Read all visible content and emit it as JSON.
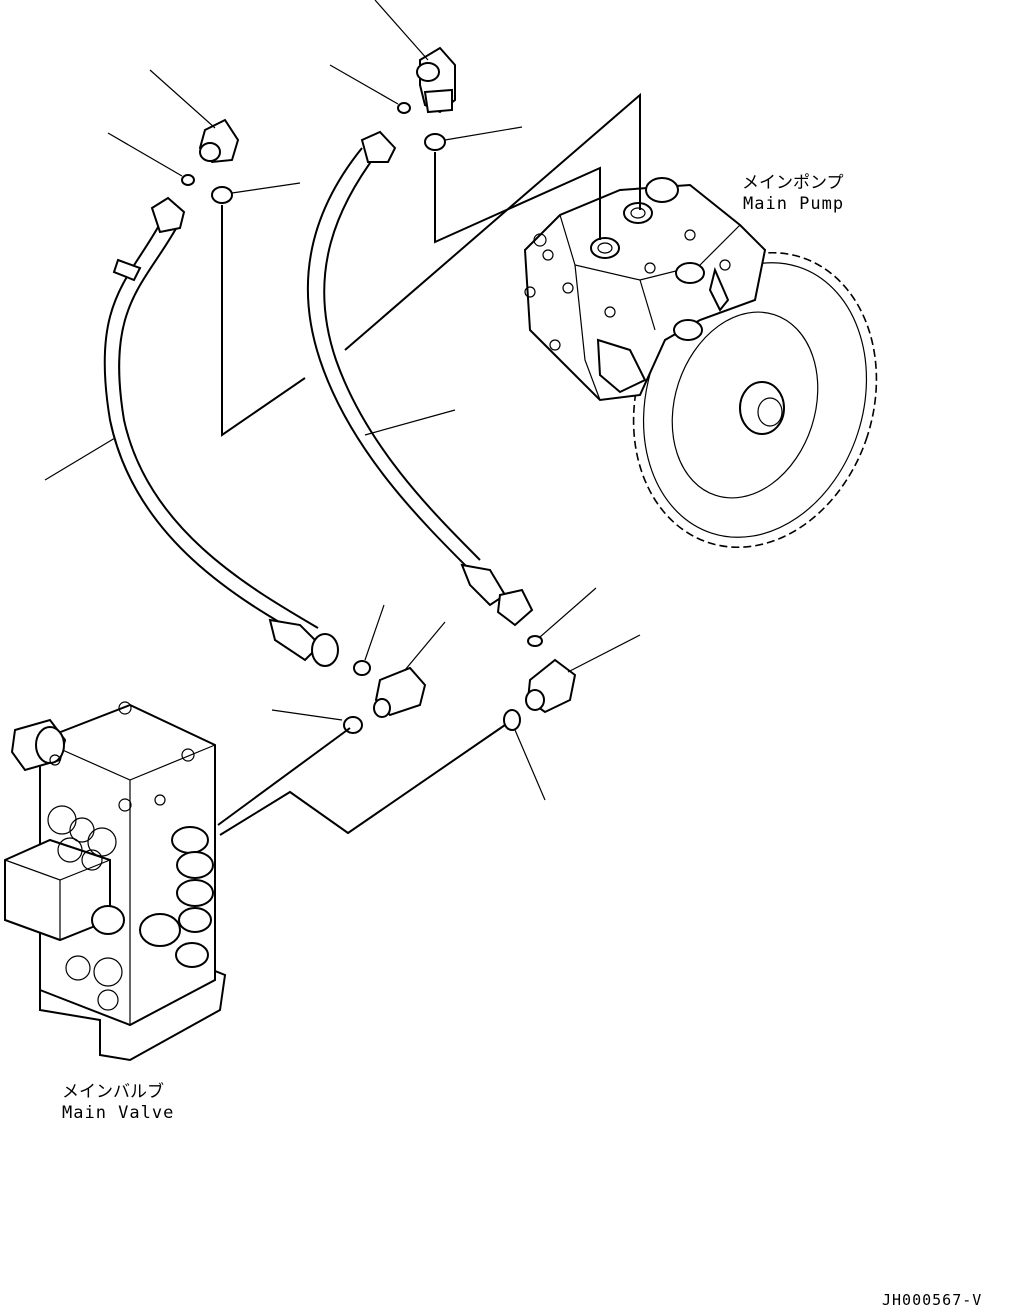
{
  "labels": {
    "main_pump_jp": "メインポンプ",
    "main_pump_en": "Main Pump",
    "main_valve_jp": "メインバルブ",
    "main_valve_en": "Main Valve",
    "drawing_number": "JH000567-V"
  }
}
